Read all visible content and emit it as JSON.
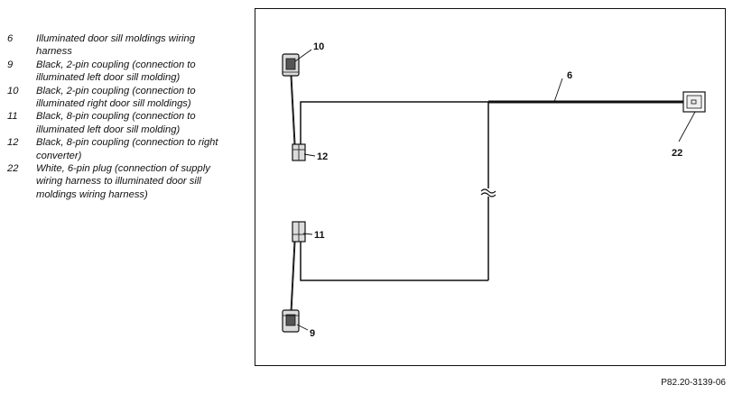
{
  "legend": [
    {
      "num": "6",
      "text": "Illuminated door sill moldings wiring harness"
    },
    {
      "num": "9",
      "text": "Black, 2-pin coupling (connection to illuminated left door sill molding)"
    },
    {
      "num": "10",
      "text": "Black, 2-pin coupling (connection to illuminated right door sill moldings)"
    },
    {
      "num": "11",
      "text": "Black, 8-pin coupling (connection to illuminated left door sill molding)"
    },
    {
      "num": "12",
      "text": "Black, 8-pin coupling (connection to right converter)"
    },
    {
      "num": "22",
      "text": "White, 6-pin plug (connection of supply wiring harness to illuminated door sill moldings wiring harness)"
    }
  ],
  "diagram": {
    "callouts": {
      "c6": "6",
      "c9": "9",
      "c10": "10",
      "c11": "11",
      "c12": "12",
      "c22": "22"
    }
  },
  "reference": "P82.20-3139-06",
  "colors": {
    "line": "#111111",
    "connector_fill": "#dcdcdc",
    "background": "#ffffff"
  }
}
